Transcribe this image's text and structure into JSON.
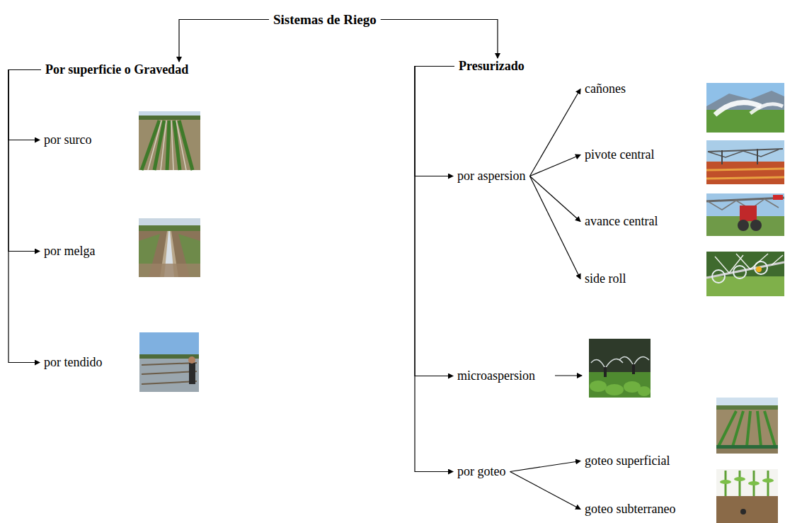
{
  "diagram": {
    "nodes": [
      {
        "text": [
          "Sistemas de Riego"
        ]
      },
      {
        "text": [
          "Por superficie o Gravedad"
        ]
      },
      {
        "text": [
          "por surco"
        ]
      },
      {
        "text": [
          "por melga"
        ]
      },
      {
        "text": [
          "por tendido"
        ]
      },
      {
        "text": [
          "Presurizado"
        ]
      },
      {
        "text": [
          "por aspersion"
        ]
      },
      {
        "text": [
          "cañones"
        ]
      },
      {
        "text": [
          "pivote central"
        ]
      },
      {
        "text": [
          "avance central"
        ]
      },
      {
        "text": [
          "side roll"
        ]
      },
      {
        "text": [
          "microaspersion"
        ]
      },
      {
        "text": [
          "por goteo"
        ]
      },
      {
        "text": [
          "goteo superficial"
        ]
      },
      {
        "text": [
          "goteo subterraneo"
        ]
      }
    ],
    "edges": [
      {
        "from": 0,
        "to": 1,
        "arrow": "to"
      },
      {
        "from": 0,
        "to": 5,
        "arrow": "to"
      },
      {
        "from": 1,
        "to": 2,
        "arrow": "to"
      },
      {
        "from": 1,
        "to": 3,
        "arrow": "to"
      },
      {
        "from": 1,
        "to": 4,
        "arrow": "to"
      },
      {
        "from": 5,
        "to": 6,
        "arrow": "to"
      },
      {
        "from": 5,
        "to": 11,
        "arrow": "to"
      },
      {
        "from": 5,
        "to": 12,
        "arrow": "to"
      },
      {
        "from": 6,
        "to": 7,
        "arrow": "to"
      },
      {
        "from": 6,
        "to": 8,
        "arrow": "to"
      },
      {
        "from": 6,
        "to": 9,
        "arrow": "to"
      },
      {
        "from": 6,
        "to": 10,
        "arrow": "to"
      },
      {
        "from": 12,
        "to": 13,
        "arrow": "to"
      },
      {
        "from": 12,
        "to": 14,
        "arrow": "to"
      }
    ]
  }
}
